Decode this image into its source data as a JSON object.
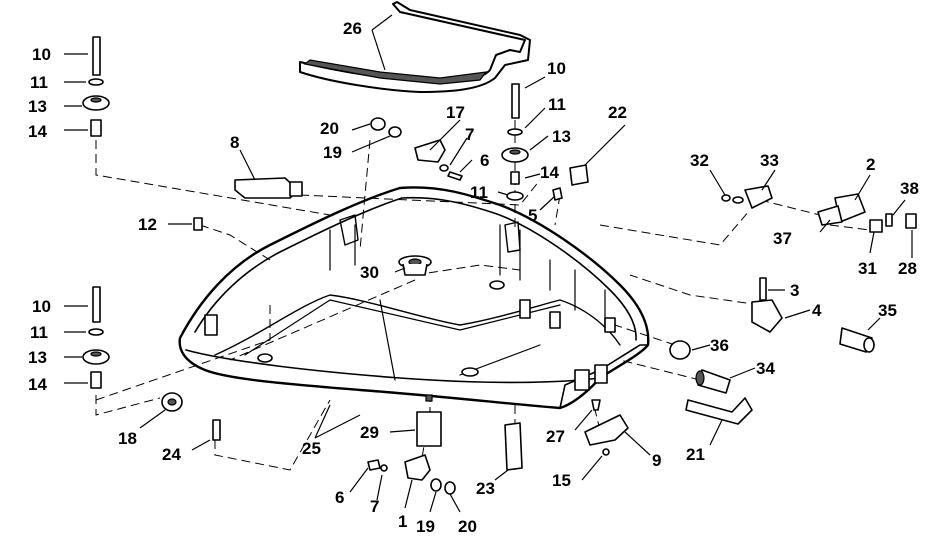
{
  "diagram": {
    "callouts": [
      {
        "id": "c10a",
        "text": "10"
      },
      {
        "id": "c11a",
        "text": "11"
      },
      {
        "id": "c13a",
        "text": "13"
      },
      {
        "id": "c14a",
        "text": "14"
      },
      {
        "id": "c26",
        "text": "26"
      },
      {
        "id": "c10b",
        "text": "10"
      },
      {
        "id": "c11b",
        "text": "11"
      },
      {
        "id": "c13b",
        "text": "13"
      },
      {
        "id": "c14b",
        "text": "14"
      },
      {
        "id": "c11c",
        "text": "11"
      },
      {
        "id": "c5",
        "text": "5"
      },
      {
        "id": "c22",
        "text": "22"
      },
      {
        "id": "c20a",
        "text": "20"
      },
      {
        "id": "c19a",
        "text": "19"
      },
      {
        "id": "c17",
        "text": "17"
      },
      {
        "id": "c7a",
        "text": "7"
      },
      {
        "id": "c6a",
        "text": "6"
      },
      {
        "id": "c8",
        "text": "8"
      },
      {
        "id": "c12",
        "text": "12"
      },
      {
        "id": "c30",
        "text": "30"
      },
      {
        "id": "c32",
        "text": "32"
      },
      {
        "id": "c33",
        "text": "33"
      },
      {
        "id": "c2",
        "text": "2"
      },
      {
        "id": "c38",
        "text": "38"
      },
      {
        "id": "c37",
        "text": "37"
      },
      {
        "id": "c31",
        "text": "31"
      },
      {
        "id": "c28",
        "text": "28"
      },
      {
        "id": "c3",
        "text": "3"
      },
      {
        "id": "c4",
        "text": "4"
      },
      {
        "id": "c35",
        "text": "35"
      },
      {
        "id": "c10c",
        "text": "10"
      },
      {
        "id": "c11d",
        "text": "11"
      },
      {
        "id": "c13c",
        "text": "13"
      },
      {
        "id": "c14c",
        "text": "14"
      },
      {
        "id": "c36",
        "text": "36"
      },
      {
        "id": "c34",
        "text": "34"
      },
      {
        "id": "c18",
        "text": "18"
      },
      {
        "id": "c24",
        "text": "24"
      },
      {
        "id": "c25",
        "text": "25"
      },
      {
        "id": "c29",
        "text": "29"
      },
      {
        "id": "c27",
        "text": "27"
      },
      {
        "id": "c9",
        "text": "9"
      },
      {
        "id": "c21",
        "text": "21"
      },
      {
        "id": "c23",
        "text": "23"
      },
      {
        "id": "c15",
        "text": "15"
      },
      {
        "id": "c6b",
        "text": "6"
      },
      {
        "id": "c7b",
        "text": "7"
      },
      {
        "id": "c1",
        "text": "1"
      },
      {
        "id": "c19b",
        "text": "19"
      },
      {
        "id": "c20b",
        "text": "20"
      }
    ]
  }
}
